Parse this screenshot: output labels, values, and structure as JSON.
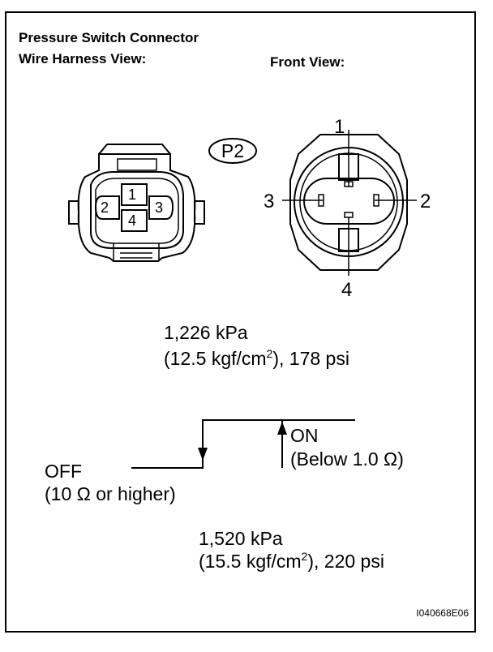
{
  "header": {
    "title": "Pressure Switch Connector",
    "wire_harness_view": "Wire Harness View:",
    "front_view": "Front View:"
  },
  "connector": {
    "id": "P2",
    "harness_pins": [
      "1",
      "2",
      "3",
      "4"
    ],
    "front_pins": [
      "1",
      "2",
      "3",
      "4"
    ]
  },
  "pressure_high": {
    "kpa": "1,226 kPa",
    "detail_prefix": "(12.5 kgf/cm",
    "detail_sup": "2",
    "detail_suffix": "), 178 psi"
  },
  "states": {
    "on_label": "ON",
    "on_detail": "(Below 1.0 Ω)",
    "off_label": "OFF",
    "off_detail": "(10 Ω or higher)"
  },
  "pressure_low": {
    "kpa": "1,520 kPa",
    "detail_prefix": "(15.5 kgf/cm",
    "detail_sup": "2",
    "detail_suffix": "), 220 psi"
  },
  "figure_code": "I040668E06"
}
